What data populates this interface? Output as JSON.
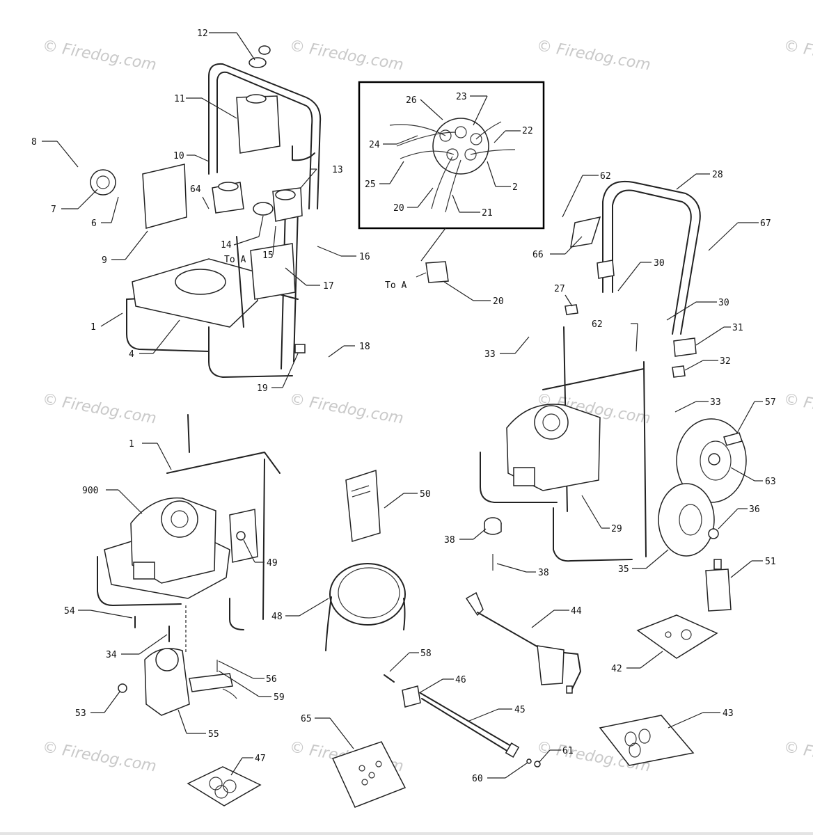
{
  "watermark": "© Firedog.com",
  "inset_label": "To A",
  "main_label": "To A",
  "callouts": [
    "12",
    "11",
    "10",
    "8",
    "7",
    "6",
    "64",
    "9",
    "14",
    "15",
    "16",
    "17",
    "13",
    "1",
    "4",
    "18",
    "19",
    "26",
    "23",
    "22",
    "24",
    "25",
    "2",
    "20",
    "21",
    "20",
    "62",
    "28",
    "67",
    "66",
    "30",
    "30",
    "27",
    "62",
    "31",
    "32",
    "33",
    "33",
    "57",
    "63",
    "36",
    "29",
    "35",
    "38",
    "38",
    "1",
    "900",
    "49",
    "54",
    "34",
    "56",
    "59",
    "53",
    "55",
    "50",
    "48",
    "58",
    "46",
    "45",
    "44",
    "42",
    "51",
    "43",
    "65",
    "47",
    "60",
    "61"
  ]
}
